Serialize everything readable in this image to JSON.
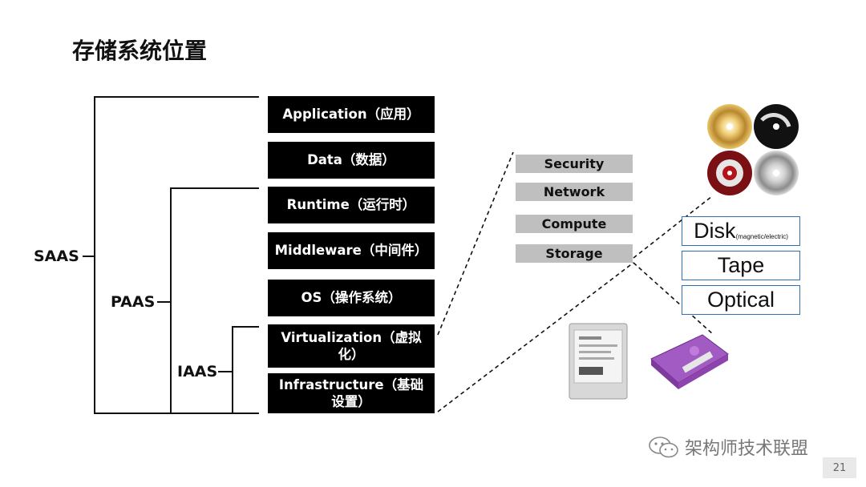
{
  "title": "存储系统位置",
  "tiers": {
    "saas": "SAAS",
    "paas": "PAAS",
    "iaas": "IAAS"
  },
  "layers": [
    "Application（应用）",
    "Data（数据）",
    "Runtime（运行时）",
    "Middleware（中间件）",
    "OS（操作系统）",
    "Virtualization（虚拟化）",
    "Infrastructure（基础设置）"
  ],
  "resources": [
    "Security",
    "Network",
    "Compute",
    "Storage"
  ],
  "media": {
    "disk": "Disk",
    "disk_note": "(magnetic/electric)",
    "tape": "Tape",
    "optical": "Optical"
  },
  "watermark": "架构师技术联盟",
  "page_number": "21",
  "colors": {
    "layer_bg": "#000000",
    "resource_bg": "#bfbfbf",
    "media_border": "#2f6fb3",
    "tape_cartridge": "#a35bc4"
  }
}
